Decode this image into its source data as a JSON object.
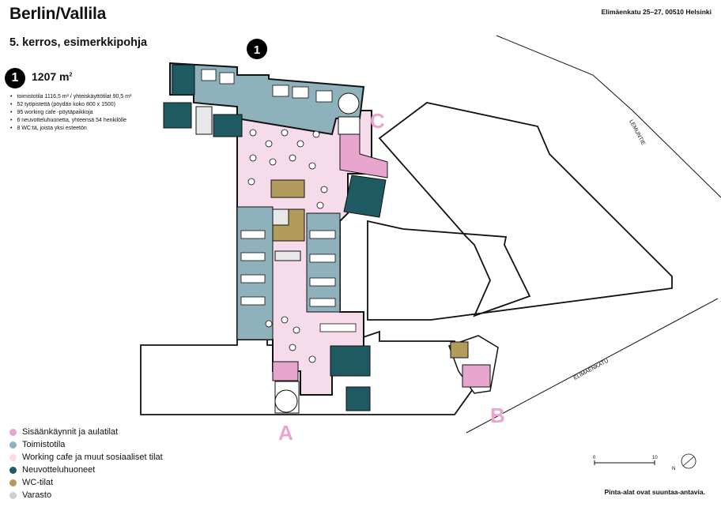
{
  "header": {
    "title": "Berlin/Vallila",
    "address": "Elimäenkatu 25–27, 00510 Helsinki",
    "subtitle": "5. kerros, esimerkkipohja"
  },
  "area": {
    "number": "1",
    "size_value": "1207 m",
    "size_unit_sup": "2"
  },
  "facts": [
    "toimistotila 1116,5 m² / yhteiskäyttötilat 90,5 m²",
    "52 työpistettä (pöydän koko 800 x 1500)",
    "95 working cafe -pöytäpaikkoja",
    "6 neuvotteluhuonetta, yhteensä 54 henkilölle",
    "8 WC:tä, joista yksi esteetön"
  ],
  "map": {
    "plan_badge": "1",
    "streets": {
      "lemuntie": "LEMUNTIE",
      "elimaenkatu": "ELIMÄENKATU"
    },
    "entrances": {
      "a": "A",
      "b": "B",
      "c": "C"
    },
    "scale": {
      "start": "0",
      "end": "10"
    },
    "north_label": "N"
  },
  "legend": [
    {
      "label": "Sisäänkäynnit ja aulatilat",
      "color": "#e8a6cf"
    },
    {
      "label": "Toimistotila",
      "color": "#8fb1bb"
    },
    {
      "label": "Working cafe ja muut sosiaaliset tilat",
      "color": "#f6dbea"
    },
    {
      "label": "Neuvotteluhuoneet",
      "color": "#1f5a62"
    },
    {
      "label": "WC-tilat",
      "color": "#b29c5b"
    },
    {
      "label": "Varasto",
      "color": "#cfcfcf"
    }
  ],
  "footnote": "Pinta-alat ovat suuntaa-antavia."
}
